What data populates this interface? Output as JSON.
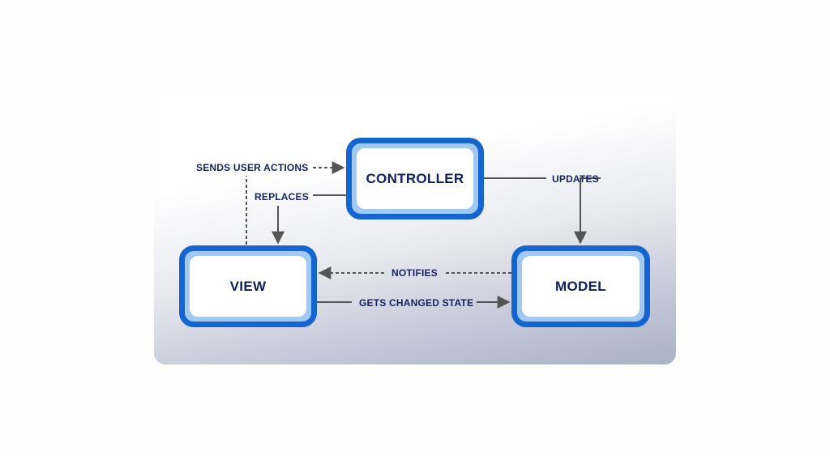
{
  "nodes": {
    "controller": "CONTROLLER",
    "view": "VIEW",
    "model": "MODEL"
  },
  "edges": {
    "sends_user_actions": "SENDS USER ACTIONS",
    "replaces": "REPLACES",
    "updates": "UPDATES",
    "notifies": "NOTIFIES",
    "gets_changed_state": "GETS CHANGED STATE"
  },
  "colors": {
    "node_border": "#1565d0",
    "node_fill": "#9fc8f2",
    "label_text": "#0f1f5c",
    "connector": "#555555"
  }
}
